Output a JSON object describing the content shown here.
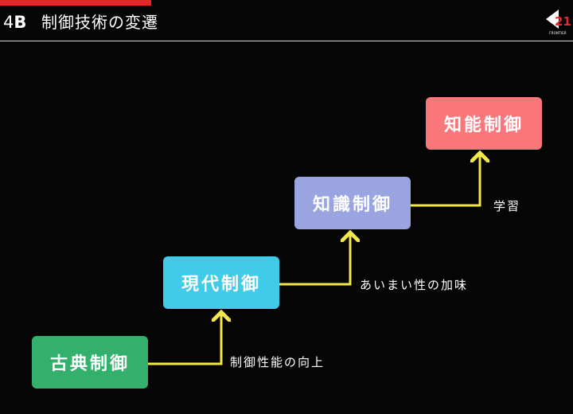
{
  "header": {
    "section_number": "4",
    "section_letter": "B",
    "title": "制御技術の変遷",
    "logo_digits": "21",
    "logo_caption": "FRONTIER"
  },
  "colors": {
    "accent_red": "#e8262a",
    "classical": "#33b06b",
    "modern": "#40cbe9",
    "knowledge": "#9aa4e0",
    "intelligent": "#f9777a",
    "arrow": "#f2e84a"
  },
  "stages": [
    {
      "label": "古典制御"
    },
    {
      "label": "現代制御"
    },
    {
      "label": "知識制御"
    },
    {
      "label": "知能制御"
    }
  ],
  "transitions": [
    {
      "label": "制御性能の向上"
    },
    {
      "label": "あいまい性の加味"
    },
    {
      "label": "学習"
    }
  ]
}
